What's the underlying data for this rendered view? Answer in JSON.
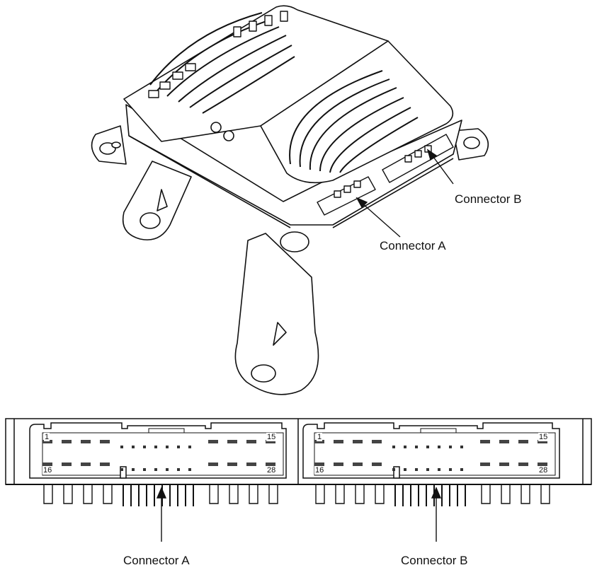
{
  "callouts": {
    "top_connector_b": "Connector B",
    "top_connector_a": "Connector A",
    "bottom_connector_a": "Connector A",
    "bottom_connector_b": "Connector B"
  },
  "connector_a_pins": {
    "first": "1",
    "row_end": "15",
    "row2_start": "16",
    "last": "28"
  },
  "connector_b_pins": {
    "first": "1",
    "row_end": "15",
    "row2_start": "16",
    "last": "28"
  }
}
